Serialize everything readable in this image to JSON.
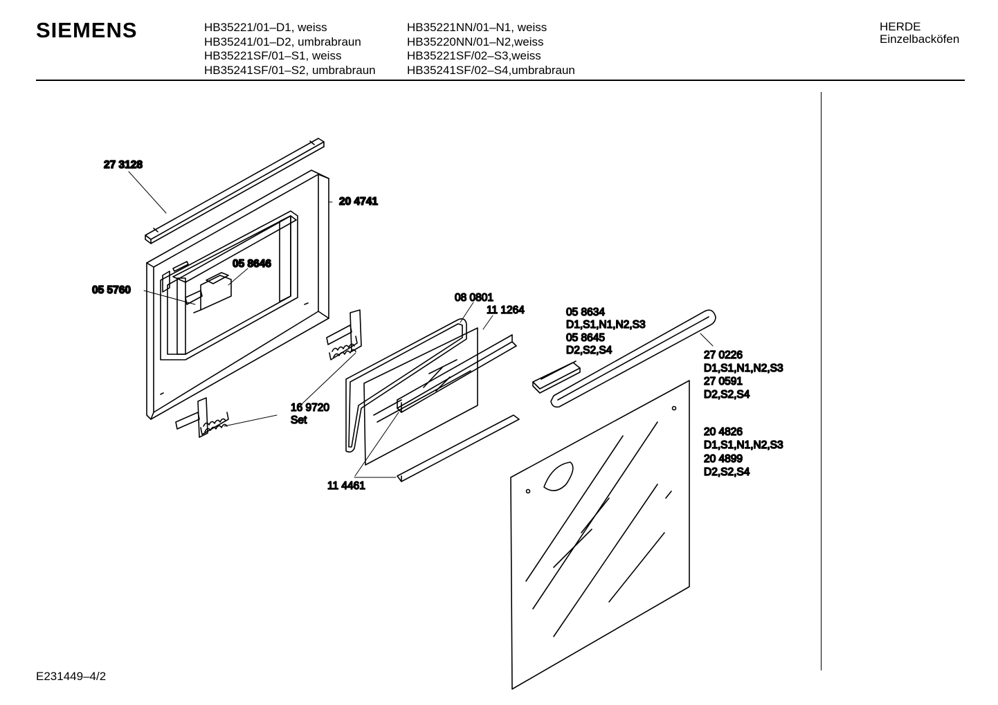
{
  "header": {
    "brand": "SIEMENS",
    "models_col1": [
      "HB35221/01–D1, weiss",
      "HB35241/01–D2, umbrabraun",
      "HB35221SF/01–S1, weiss",
      "HB35241SF/01–S2, umbrabraun"
    ],
    "models_col2": [
      "HB35221NN/01–N1, weiss",
      "HB35220NN/01–N2,weiss",
      "HB35221SF/02–S3,weiss",
      "HB35241SF/02–S4,umbrabraun"
    ],
    "category": "HERDE",
    "subcategory": "Einzelbacköfen"
  },
  "parts": {
    "p273128": "27 3128",
    "p204741": "20 4741",
    "p058646": "05 8646",
    "p055760": "05 5760",
    "p080801": "08 0801",
    "p111264": "11 1264",
    "p169720": "16 9720",
    "p169720_set": "Set",
    "p114461": "11 4461",
    "p058634": "05 8634",
    "p058634_variants": "D1,S1,N1,N2,S3",
    "p058645": "05 8645",
    "p058645_variants": "D2,S2,S4",
    "p270226": "27 0226",
    "p270226_variants": "D1,S1,N1,N2,S3",
    "p270591": "27 0591",
    "p270591_variants": "D2,S2,S4",
    "p204826": "20 4826",
    "p204826_variants": "D1,S1,N1,N2,S3",
    "p204899": "20 4899",
    "p204899_variants": "D2,S2,S4"
  },
  "footer": {
    "doc_code": "E231449–4/2"
  }
}
